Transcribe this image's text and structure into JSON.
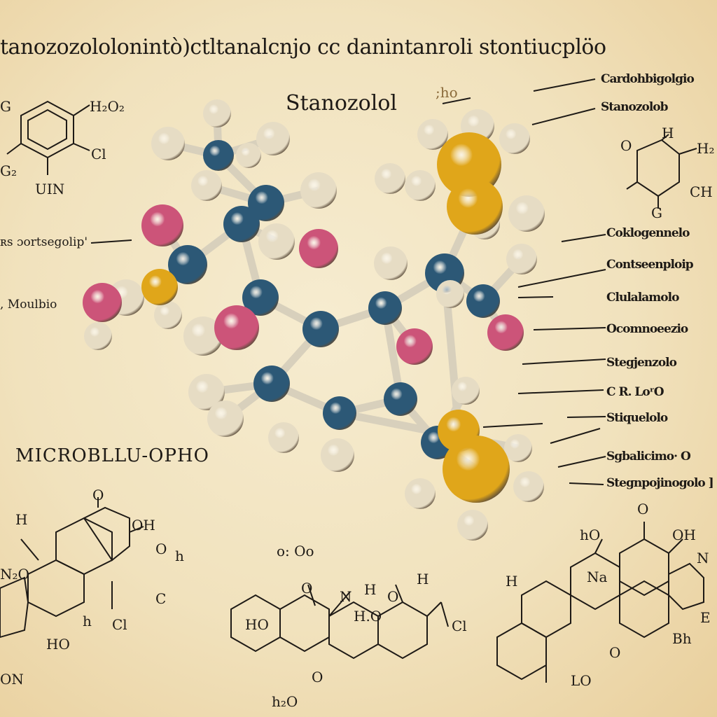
{
  "title": "tanozozololonintò)ctltanalcnjo cc danintanroli stontiucplöo",
  "molecule_name": "Stanozolol",
  "annotation_top": ";ho",
  "right_labels": [
    "Cardohbigolgio",
    "Stanozolob",
    "Coklogennelo",
    "Contseenploip",
    "Clulalamolo",
    "Ocomnoeezio",
    "Stegjenzolo",
    "C R. LoʳO",
    "Stiquelolo",
    "Sgbalicimo· O",
    "Stegnpojinogolo ]"
  ],
  "left_labels": {
    "top_left": "ʀs ɔortsegolip'",
    "middle_left": ", Moulbio",
    "section": "MICROBLLU-OPHO",
    "ring_caption": "UIN"
  },
  "atom_labels": {
    "tl_h": "H₂O₂",
    "tl_g": "G",
    "tl_cl": "Cl",
    "tl_g2": "G₂",
    "tr_o": "O",
    "tr_h": "H",
    "tr_h2": "H₂",
    "tr_ch": "CH",
    "tr_g": "G",
    "bl_h": "H",
    "bl_o": "O",
    "bl_oh": "OH",
    "bl_n": "N₂O",
    "bl_o2": "O",
    "bl_h2": "h",
    "bl_cl": "Cl",
    "bl_h3": "h",
    "bl_ho": "HO",
    "bl_on": "ON",
    "bl_c": "C",
    "bm_oo": "o: Oo",
    "bm_h": "H",
    "bm_o": "O",
    "bm_n": "N",
    "bm_ho": "HO",
    "bm_hb": "H.O",
    "bm_o2": "O",
    "bm_h2": "H",
    "bm_cl": "Cl",
    "bm_bot": "h₂O",
    "bm_o3": "O",
    "br_ho": "hO",
    "br_o": "O",
    "br_oh": "OH",
    "br_n": "N",
    "br_na": "Na",
    "br_h": "H",
    "br_o2": "O",
    "br_b": "Bh",
    "br_lo": "LO",
    "br_e": "E"
  },
  "colors": {
    "carbon": "#2c5876",
    "hydrogen": "#e6dcc4",
    "oxygen": "#cc5479",
    "sulfur": "#e0a61a",
    "ink": "#1e1a16",
    "paper": "#f3e6c4"
  }
}
